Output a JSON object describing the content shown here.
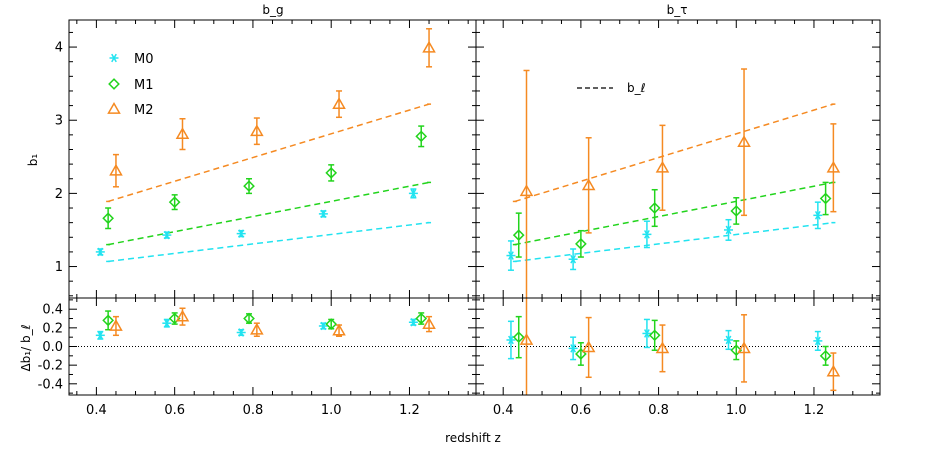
{
  "figure": {
    "xlabel": "redshift z",
    "bottom_ylabel": "Δb₁/ b_ℓ"
  },
  "colors": {
    "M0": "#22e3f0",
    "M1": "#22d41c",
    "M2": "#f58a22",
    "axes": "#000000"
  },
  "chart_data": [
    {
      "id": "top-left",
      "type": "scatter",
      "title": "b_g",
      "ylabel": "b₁",
      "xlim": [
        0.33,
        1.37
      ],
      "ylim": [
        0.57,
        4.37
      ],
      "x_ticks": [
        0.4,
        0.6,
        0.8,
        1.0,
        1.2
      ],
      "y_ticks": [
        1,
        2,
        3,
        4
      ],
      "legend": {
        "position": "top-left",
        "entries": [
          "M0",
          "M1",
          "M2"
        ]
      },
      "series": [
        {
          "name": "M0",
          "marker": "asterisk",
          "x": [
            0.41,
            0.58,
            0.77,
            0.98,
            1.21
          ],
          "y": [
            1.2,
            1.43,
            1.45,
            1.72,
            2.0
          ],
          "yerr": [
            0.04,
            0.04,
            0.04,
            0.04,
            0.06
          ]
        },
        {
          "name": "M1",
          "marker": "diamond",
          "x": [
            0.43,
            0.6,
            0.79,
            1.0,
            1.23
          ],
          "y": [
            1.66,
            1.88,
            2.1,
            2.28,
            2.78
          ],
          "yerr": [
            0.14,
            0.1,
            0.1,
            0.11,
            0.14
          ]
        },
        {
          "name": "M2",
          "marker": "triangle",
          "x": [
            0.45,
            0.62,
            0.81,
            1.02,
            1.25
          ],
          "y": [
            2.31,
            2.81,
            2.85,
            3.22,
            3.99
          ],
          "yerr": [
            0.22,
            0.21,
            0.18,
            0.18,
            0.26
          ]
        }
      ],
      "reference_lines": [
        {
          "series": "M0",
          "x": [
            0.43,
            1.25
          ],
          "y": [
            1.07,
            1.6
          ]
        },
        {
          "series": "M1",
          "x": [
            0.43,
            1.25
          ],
          "y": [
            1.3,
            2.15
          ]
        },
        {
          "series": "M2",
          "x": [
            0.43,
            1.25
          ],
          "y": [
            1.89,
            3.22
          ]
        }
      ]
    },
    {
      "id": "top-right",
      "type": "scatter",
      "title": "b_τ",
      "annotation": "b_ℓ",
      "xlim": [
        0.33,
        1.37
      ],
      "ylim": [
        0.57,
        4.37
      ],
      "x_ticks": [
        0.4,
        0.6,
        0.8,
        1.0,
        1.2
      ],
      "y_ticks": [
        1,
        2,
        3,
        4
      ],
      "series": [
        {
          "name": "M0",
          "marker": "asterisk",
          "x": [
            0.42,
            0.58,
            0.77,
            0.98,
            1.21
          ],
          "y": [
            1.15,
            1.1,
            1.44,
            1.5,
            1.7
          ],
          "yerr": [
            0.2,
            0.14,
            0.18,
            0.14,
            0.18
          ]
        },
        {
          "name": "M1",
          "marker": "diamond",
          "x": [
            0.44,
            0.6,
            0.79,
            1.0,
            1.23
          ],
          "y": [
            1.43,
            1.31,
            1.8,
            1.76,
            1.93
          ],
          "yerr": [
            0.3,
            0.18,
            0.25,
            0.18,
            0.22
          ]
        },
        {
          "name": "M2",
          "marker": "triangle",
          "x": [
            0.46,
            0.62,
            0.81,
            1.02,
            1.25
          ],
          "y": [
            2.03,
            2.11,
            2.35,
            2.7,
            2.35
          ],
          "yerr": [
            1.65,
            0.65,
            0.58,
            1.0,
            0.6
          ]
        }
      ],
      "reference_lines": [
        {
          "series": "M0",
          "x": [
            0.43,
            1.25
          ],
          "y": [
            1.07,
            1.6
          ]
        },
        {
          "series": "M1",
          "x": [
            0.43,
            1.25
          ],
          "y": [
            1.3,
            2.15
          ]
        },
        {
          "series": "M2",
          "x": [
            0.43,
            1.25
          ],
          "y": [
            1.89,
            3.22
          ]
        }
      ]
    },
    {
      "id": "bottom-left",
      "type": "scatter",
      "xlabel": "redshift z",
      "xlim": [
        0.33,
        1.37
      ],
      "ylim": [
        -0.52,
        0.52
      ],
      "x_ticks": [
        0.4,
        0.6,
        0.8,
        1.0,
        1.2
      ],
      "y_ticks": [
        -0.4,
        -0.2,
        0.0,
        0.2,
        0.4
      ],
      "zero_line": true,
      "series": [
        {
          "name": "M0",
          "marker": "asterisk",
          "x": [
            0.41,
            0.58,
            0.77,
            0.98,
            1.21
          ],
          "y": [
            0.12,
            0.25,
            0.15,
            0.22,
            0.26
          ],
          "yerr": [
            0.04,
            0.04,
            0.03,
            0.03,
            0.03
          ]
        },
        {
          "name": "M1",
          "marker": "diamond",
          "x": [
            0.43,
            0.6,
            0.79,
            1.0,
            1.23
          ],
          "y": [
            0.28,
            0.3,
            0.3,
            0.24,
            0.3
          ],
          "yerr": [
            0.1,
            0.06,
            0.05,
            0.05,
            0.06
          ]
        },
        {
          "name": "M2",
          "marker": "triangle",
          "x": [
            0.45,
            0.62,
            0.81,
            1.02,
            1.25
          ],
          "y": [
            0.22,
            0.32,
            0.18,
            0.17,
            0.24
          ],
          "yerr": [
            0.1,
            0.09,
            0.07,
            0.06,
            0.08
          ]
        }
      ]
    },
    {
      "id": "bottom-right",
      "type": "scatter",
      "xlim": [
        0.33,
        1.37
      ],
      "ylim": [
        -0.52,
        0.52
      ],
      "x_ticks": [
        0.4,
        0.6,
        0.8,
        1.0,
        1.2
      ],
      "y_ticks": [
        -0.4,
        -0.2,
        0.0,
        0.2,
        0.4
      ],
      "zero_line": true,
      "series": [
        {
          "name": "M0",
          "marker": "asterisk",
          "x": [
            0.42,
            0.58,
            0.77,
            0.98,
            1.21
          ],
          "y": [
            0.07,
            -0.02,
            0.14,
            0.07,
            0.06
          ],
          "yerr": [
            0.2,
            0.12,
            0.15,
            0.1,
            0.1
          ]
        },
        {
          "name": "M1",
          "marker": "diamond",
          "x": [
            0.44,
            0.6,
            0.79,
            1.0,
            1.23
          ],
          "y": [
            0.1,
            -0.08,
            0.12,
            -0.04,
            -0.1
          ],
          "yerr": [
            0.22,
            0.12,
            0.16,
            0.1,
            0.1
          ]
        },
        {
          "name": "M2",
          "marker": "triangle",
          "x": [
            0.46,
            0.62,
            0.81,
            1.02,
            1.25
          ],
          "y": [
            0.07,
            -0.01,
            -0.02,
            -0.02,
            -0.27
          ],
          "yerr": [
            0.85,
            0.32,
            0.25,
            0.36,
            0.2
          ]
        }
      ]
    }
  ]
}
